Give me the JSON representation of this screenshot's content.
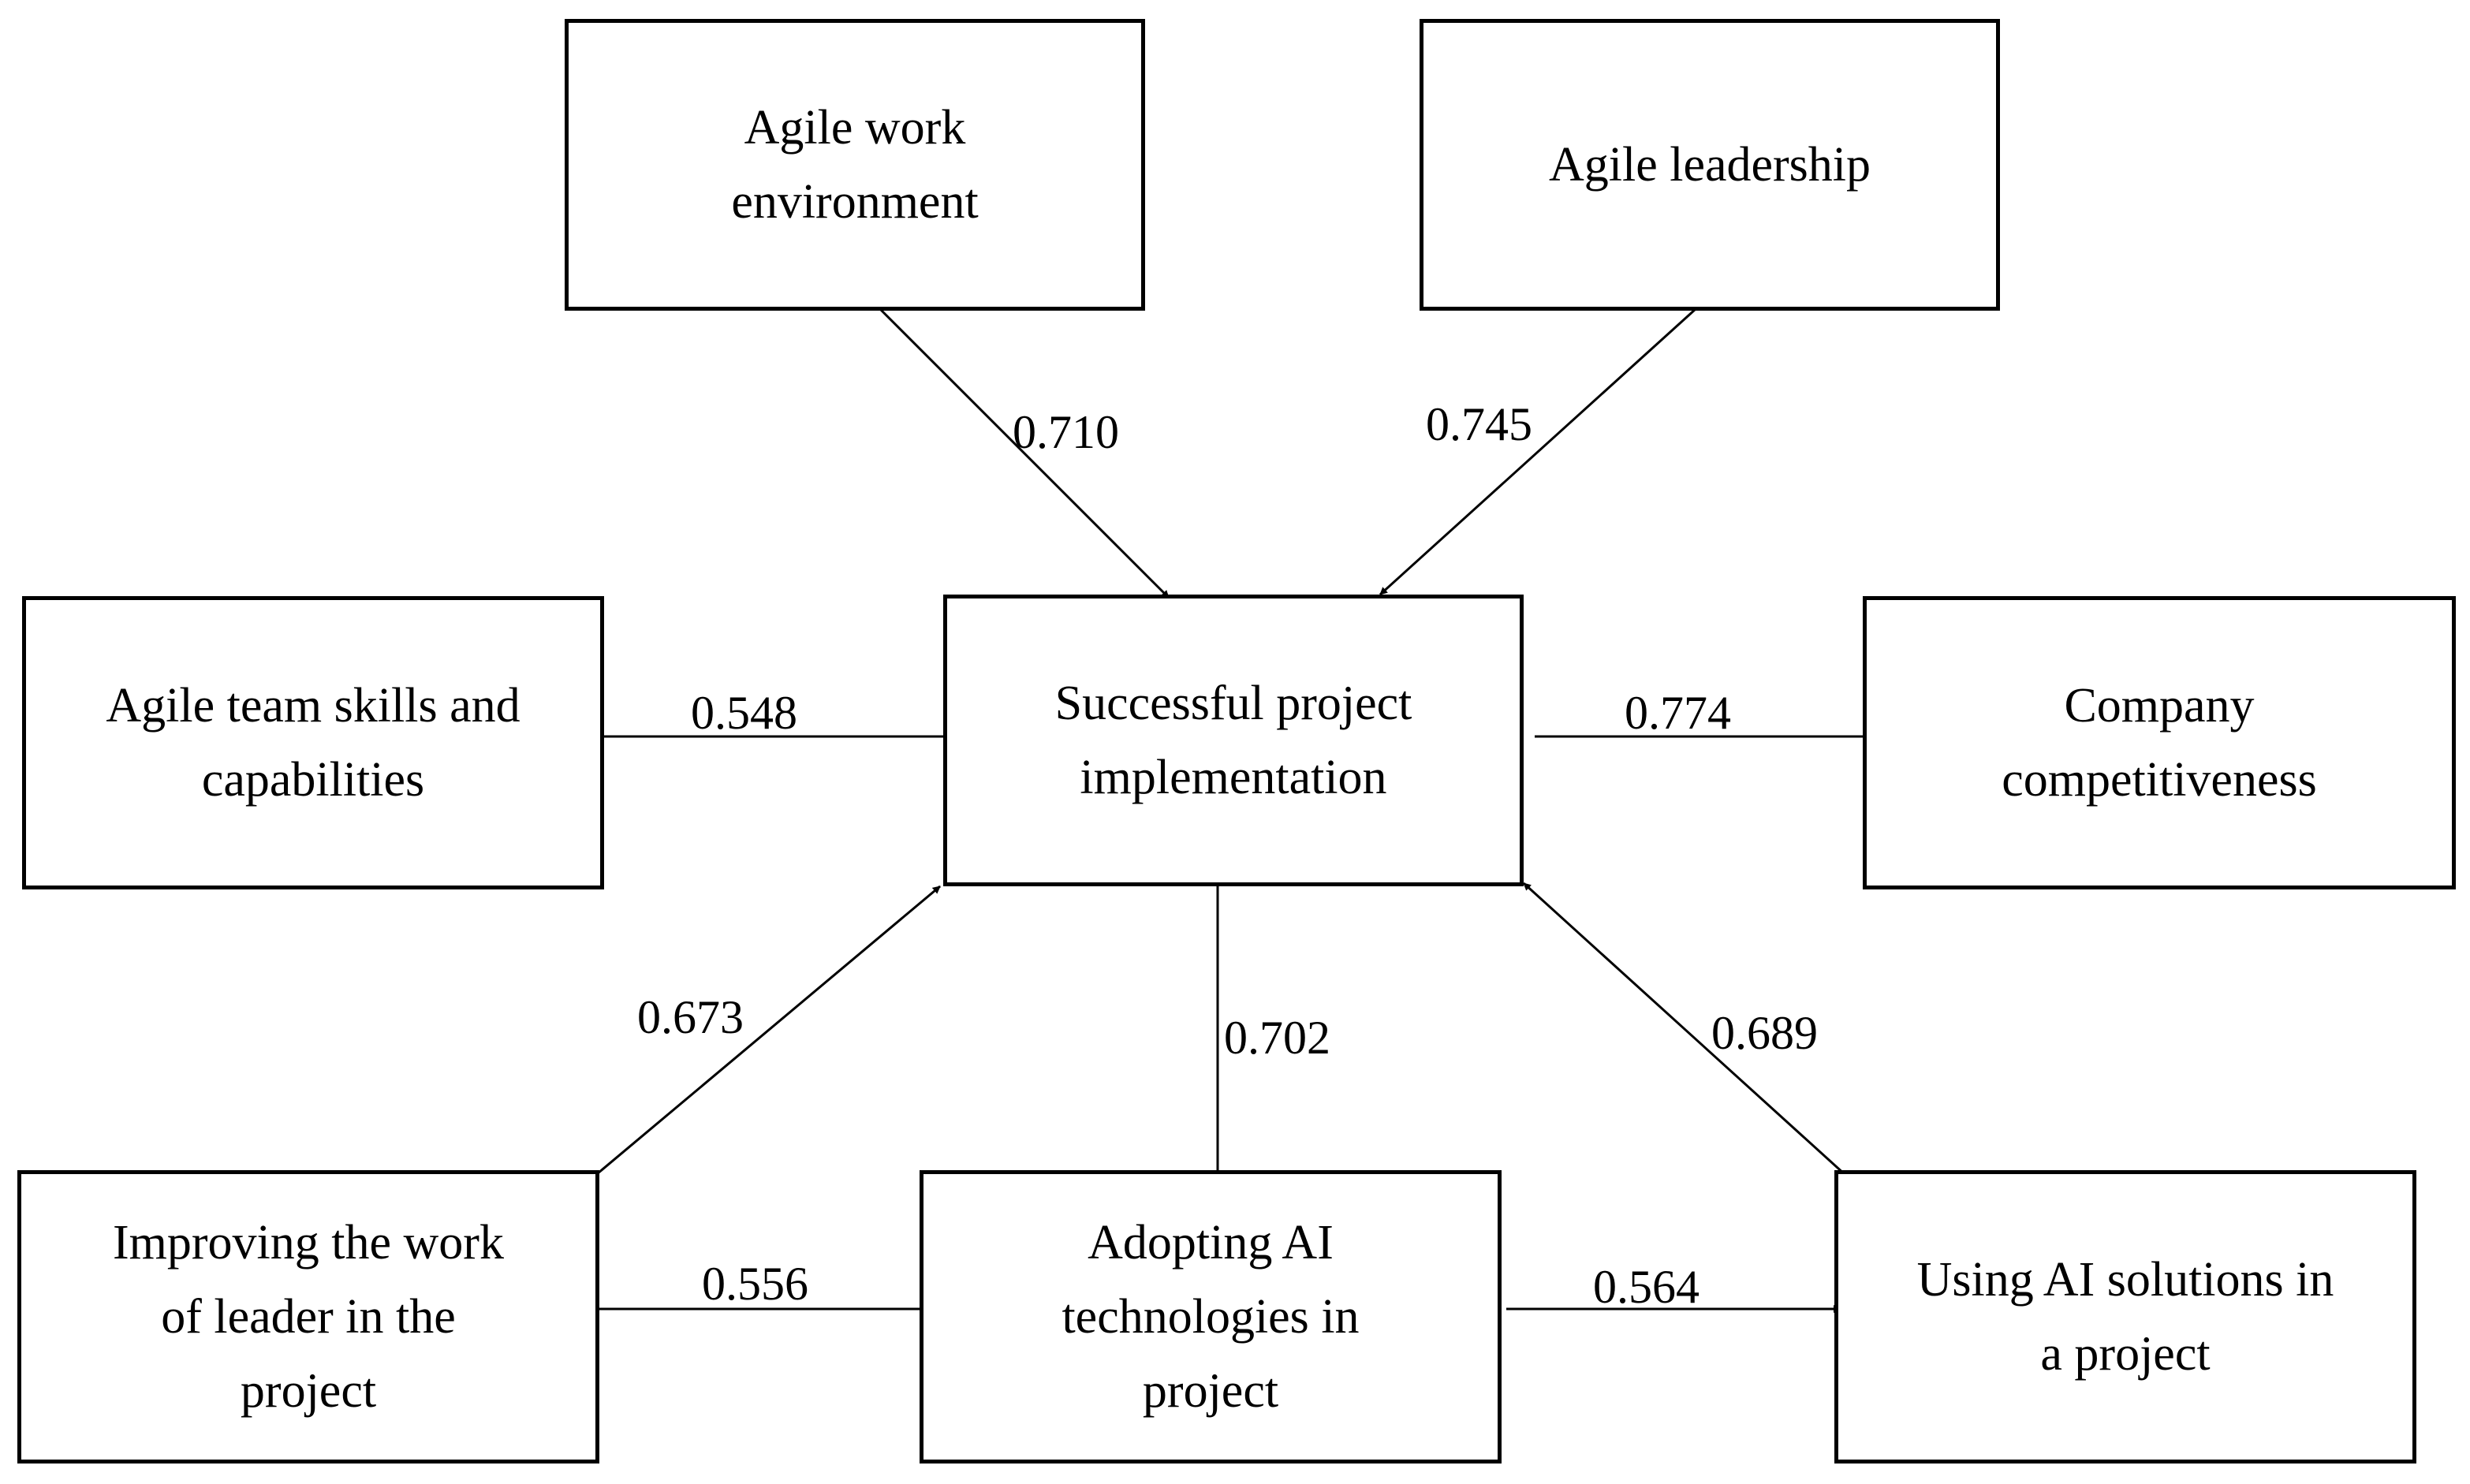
{
  "nodes": {
    "agile_work_environment": "Agile work\nenvironment",
    "agile_leadership": "Agile leadership",
    "agile_team_skills": "Agile team skills and\ncapabilities",
    "successful_project_implementation": "Successful project\nimplementation",
    "company_competitiveness": "Company\ncompetitiveness",
    "improving_leader_work": "Improving the work\nof leader in the\nproject",
    "adopting_ai": "Adopting AI\ntechnologies in\nproject",
    "using_ai_solutions": "Using AI solutions in\na project"
  },
  "edges": {
    "work_env_to_success": "0.710",
    "leadership_to_success": "0.745",
    "team_skills_to_success": "0.548",
    "success_to_competitiveness": "0.774",
    "leader_work_to_success": "0.673",
    "adopting_ai_to_success": "0.702",
    "using_ai_to_success": "0.689",
    "adopting_ai_to_leader_work": "0.556",
    "adopting_ai_to_using_ai": "0.564"
  },
  "colors": {
    "stroke": "#000000",
    "background": "#ffffff"
  }
}
